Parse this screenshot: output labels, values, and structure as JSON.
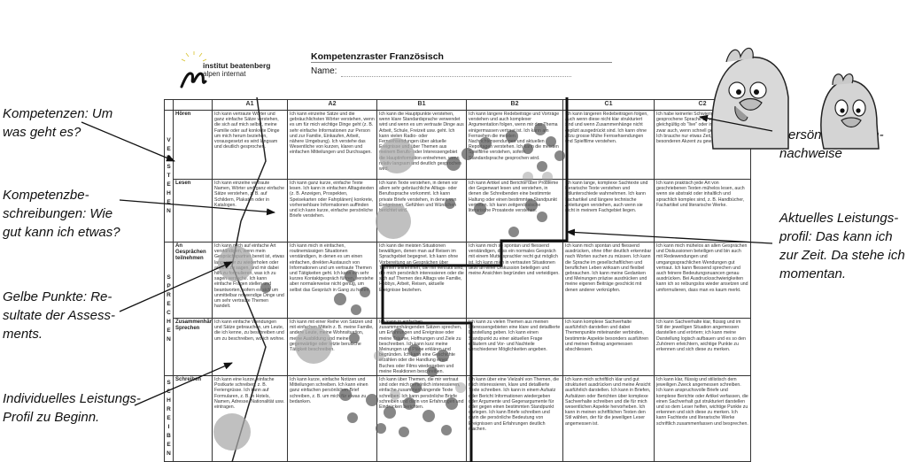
{
  "annotations": {
    "kompetenzen": "Kompetenzen: Um\nwas geht es?",
    "beschreibungen": "Kompetenzbe-\nschreibungen: Wie\ngut kann ich etwas?",
    "gelbe_punkte": "Gelbe Punkte: Re-\nsultate der Assess-\nments.",
    "individuelles": "Individuelles Leistungs-\nProfil zu Beginn.",
    "persoenliche": "Persönliche Lern-\nnachweise",
    "aktuelles": "Aktuelles Leistungs-\nprofil: Das kann ich\nzur Zeit. Da stehe ich\nmomentan."
  },
  "document": {
    "logo_line1": "institut beatenberg",
    "logo_line2": "alpen internat",
    "title": "Kompetenzraster Französisch",
    "name_label": "Name:",
    "levels": [
      "A1",
      "A2",
      "B1",
      "B2",
      "C1",
      "C2"
    ],
    "groups": {
      "verstehen": "V E R S T E H E N",
      "sprechen": "S P R E C H E N",
      "schreiben": "S C H R E I B E N"
    },
    "rows": [
      {
        "skill": "Hören",
        "cells": [
          "Ich kann vertraute Wörter und ganz einfache Sätze verstehen, die sich auf mich selbst, meine Familie oder auf konkrete Dinge um mich herum beziehen, vorausgesetzt es wird langsam und deutlich gesprochen.",
          "Ich kann einzelne Sätze und die gebräuchlichsten Wörter verstehen, wenn es um für mich wichtige Dinge geht (z. B. sehr einfache Informationen zur Person und zur Familie, Einkaufen, Arbeit, nähere Umgebung). Ich verstehe das Wesentliche von kurzen, klaren und einfachen Mitteilungen und Durchsagen.",
          "Ich kann die Hauptpunkte verstehen, wenn klare Standardsprache verwendet wird und wenn es um vertraute Dinge aus Arbeit, Schule, Freizeit usw. geht. Ich kann vielen Radio- oder Fernsehsendungen über aktuelle Ereignisse und über Themen aus meinem Berufs- oder Interessengebiet die Hauptinformation entnehmen, wenn relativ langsam und deutlich gesprochen wird.",
          "Ich kann längere Redebeiträge und Vorträge verstehen und auch komplexer Argumentation folgen, wenn mir das Thema einigermassen vertraut ist. Ich kann am Fernsehen die meisten Nachrichtensendungen und aktuellen Reportagen verstehen. Ich kann die meisten Spielfilme verstehen, sofern Standardsprache gesprochen wird.",
          "Ich kann längeren Redebeiträgen folgen, auch wenn diese nicht klar strukturiert sind und wenn Zusammenhänge nicht explizit ausgedrückt sind. Ich kann ohne allzu grosse Mühe Fernsehsendungen und Spielfilme verstehen.",
          "Ich habe keinerlei Schwierigkeit, gesprochene Sprache zu verstehen, gleichgültig ob \"live\" oder in den Medien, und zwar auch, wenn schnell gesprochen wird. Ich brauche nur etwas Zeit, mich an einen besonderen Akzent zu gewöhnen."
        ]
      },
      {
        "skill": "Lesen",
        "cells": [
          "Ich kann einzelne vertraute Namen, Wörter und ganz einfache Sätze verstehen, z. B. auf Schildern, Plakaten oder in Katalogen.",
          "Ich kann ganz kurze, einfache Texte lesen. Ich kann in einfachen Alltagstexten (z. B. Anzeigen, Prospekten, Speisekarten oder Fahrplänen) konkrete, vorhersehbare Informationen auffinden und ich kann kurze, einfache persönliche Briefe verstehen.",
          "Ich kann Texte verstehen, in denen vor allem sehr gebräuchliche Alltags- oder Berufssprache vorkommt. Ich kann private Briefe verstehen, in denen von Ereignissen, Gefühlen und Wünschen berichtet wird.",
          "Ich kann Artikel und Berichte über Probleme der Gegenwart lesen und verstehen, in denen die Schreibenden eine bestimmte Haltung oder einen bestimmten Standpunkt vertreten. Ich kann zeitgenössische literarische Prosatexte verstehen.",
          "Ich kann lange, komplexe Sachtexte und literarische Texte verstehen und Stilunterschiede wahrnehmen. Ich kann Fachartikel und längere technische Anleitungen verstehen, auch wenn sie nicht in meinem Fachgebiet liegen.",
          "Ich kann praktisch jede Art von geschriebenen Texten mühelos lesen, auch wenn sie abstrakt oder inhaltlich und sprachlich komplex sind, z. B. Handbücher, Fachartikel und literarische Werke."
        ]
      },
      {
        "skill": "An Gesprächen teilnehmen",
        "cells": [
          "Ich kann mich auf einfache Art verständigen, wenn mein Gesprächspartner bereit ist, etwas langsamer zu wiederholen oder anders zu sagen, und mir dabei hilft zu formulieren, was ich zu sagen versuche. Ich kann einfache Fragen stellen und beantworten, sofern es sich um unmittelbar notwendige Dinge und um sehr vertraute Themen handelt.",
          "Ich kann mich in einfachen, routinemässigen Situationen verständigen, in denen es um einen einfachen, direkten Austausch von Informationen und um vertraute Themen und Tätigkeiten geht. Ich kann ein sehr kurzes Kontaktgespräch führen, verstehe aber normalerweise nicht genug, um selbst das Gespräch in Gang zu halten.",
          "Ich kann die meisten Situationen bewältigen, denen man auf Reisen im Sprachgebiet begegnet. Ich kann ohne Vorbereitung an Gesprächen über Themen teilnehmen, die mir vertraut sind, die mich persönlich interessieren oder die sich auf Themen des Alltags wie Familie, Hobbys, Arbeit, Reisen, aktuelle Ereignisse beziehen.",
          "Ich kann mich so spontan und fliessend verständigen, dass ein normales Gespräch mit einem Muttersprachler recht gut möglich ist. Ich kann mich in vertrauten Situationen aktiv an einer Diskussion beteiligen und meine Ansichten begründen und verteidigen.",
          "Ich kann mich spontan und fliessend ausdrücken, ohne öfter deutlich erkennbar nach Worten suchen zu müssen. Ich kann die Sprache im gesellschaftlichen und beruflichen Leben wirksam und flexibel gebrauchen. Ich kann meine Gedanken und Meinungen präzise ausdrücken und meine eigenen Beiträge geschickt mit denen anderer verknüpfen.",
          "Ich kann mich mühelos an allen Gesprächen und Diskussionen beteiligen und bin auch mit Redewendungen und umgangssprachlichen Wendungen gut vertraut. Ich kann fliessend sprechen und auch feinere Bedeutungsnuancen genau ausdrücken. Bei Ausdrucksschwierigkeiten kann ich so reibungslos wieder ansetzen und umformulieren, dass man es kaum merkt."
        ]
      },
      {
        "skill": "Zusammenhängendes Sprechen",
        "cells": [
          "Ich kann einfache Wendungen und Sätze gebrauchen, um Leute, die ich kenne, zu beschreiben und um zu beschreiben, wo ich wohne.",
          "Ich kann mit einer Reihe von Sätzen und mit einfachen Mitteln z. B. meine Familie, andere Leute, meine Wohnsituation, meine Ausbildung und meine gegenwärtige oder letzte berufliche Tätigkeit beschreiben.",
          "Ich kann in einfachen zusammenhängenden Sätzen sprechen, um Erfahrungen und Ereignisse oder meine Träume, Hoffnungen und Ziele zu beschreiben. Ich kann kurz meine Meinungen und Pläne erklären und begründen. Ich kann eine Geschichte erzählen oder die Handlung eines Buches oder Films wiedergeben und meine Reaktionen beschreiben.",
          "Ich kann zu vielen Themen aus meinen Interessengebieten eine klare und detaillierte Darstellung geben. Ich kann einen Standpunkt zu einer aktuellen Frage erläutern und Vor- und Nachteile verschiedener Möglichkeiten angeben.",
          "Ich kann komplexe Sachverhalte ausführlich darstellen und dabei Themenpunkte miteinander verbinden, bestimmte Aspekte besonders ausführen und meinen Beitrag angemessen abschliessen.",
          "Ich kann Sachverhalte klar, flüssig und im Stil der jeweiligen Situation angemessen darstellen und erörtern; ich kann meine Darstellung logisch aufbauen und es so den Zuhörern erleichtern, wichtige Punkte zu erkennen und sich diese zu merken."
        ]
      },
      {
        "skill": "Schreiben",
        "cells": [
          "Ich kann eine kurze, einfache Postkarte schreiben, z. B. Feriengrüsse. Ich kann auf Formularen, z. B. in Hotels, Namen, Adresse, Nationalität usw. eintragen.",
          "Ich kann kurze, einfache Notizen und Mitteilungen schreiben. Ich kann einen ganz einfachen persönlichen Brief schreiben, z. B. um mich für etwas zu bedanken.",
          "Ich kann über Themen, die mir vertraut sind oder mich persönlich interessieren, einfache zusammenhängende Texte schreiben. Ich kann persönliche Briefe schreiben und darin von Erfahrungen und Eindrücken berichten.",
          "Ich kann über eine Vielzahl von Themen, die mich interessieren, klare und detaillierte Texte schreiben. Ich kann in einem Aufsatz oder Bericht Informationen wiedergeben oder Argumente und Gegenargumente für oder gegen einen bestimmten Standpunkt darlegen. Ich kann Briefe schreiben und darin die persönliche Bedeutung von Ereignissen und Erfahrungen deutlich machen.",
          "Ich kann mich schriftlich klar und gut strukturiert ausdrücken und meine Ansicht ausführlich darstellen. Ich kann in Briefen, Aufsätzen oder Berichten über komplexe Sachverhalte schreiben und die für mich wesentlichen Aspekte hervorheben. Ich kann in meinen schriftlichen Texten den Stil wählen, der für die jeweiligen Leser angemessen ist.",
          "Ich kann klar, flüssig und stilistisch dem jeweiligen Zweck angemessen schreiben. Ich kann anspruchsvolle Briefe und komplexe Berichte oder Artikel verfassen, die einen Sachverhalt gut strukturiert darstellen und so dem Leser helfen, wichtige Punkte zu erkennen und sich diese zu merken. Ich kann Fachtexte und literarische Werke schriftlich zusammenfassen und besprechen."
        ]
      }
    ]
  }
}
